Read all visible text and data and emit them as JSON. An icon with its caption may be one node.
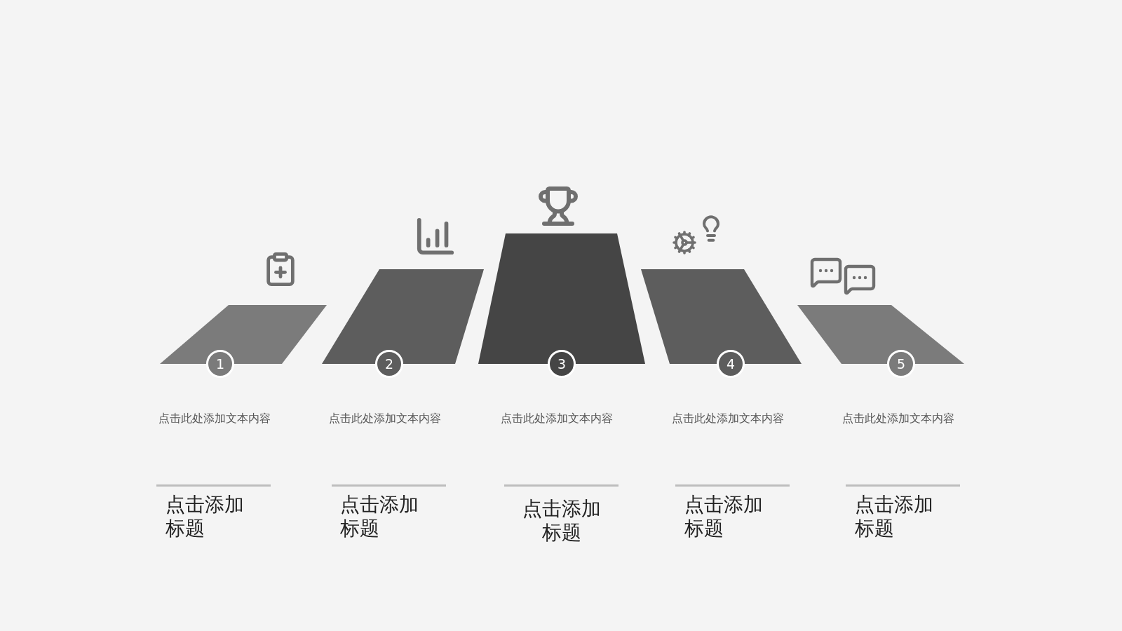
{
  "diagram": {
    "nodes": [
      {
        "text": [],
        "shape": "trapezoid"
      },
      {
        "text": [
          "1"
        ],
        "beside": [
          "点击此处添加文本内容",
          "点击添加标题"
        ]
      },
      {
        "text": [],
        "shape": "trapezoid"
      },
      {
        "text": [
          "2"
        ],
        "beside": [
          "点击此处添加文本内容",
          "点击添加标题"
        ]
      },
      {
        "text": [],
        "shape": "trapezoid"
      },
      {
        "text": [
          "3"
        ],
        "beside": [
          "点击此处添加文本内容",
          "点击添加标题"
        ]
      },
      {
        "text": [],
        "shape": "trapezoid"
      },
      {
        "text": [
          "4"
        ],
        "beside": [
          "点击此处添加文本内容",
          "点击添加标题"
        ]
      },
      {
        "text": [],
        "shape": "trapezoid"
      },
      {
        "text": [
          "5"
        ],
        "beside": [
          "点击此处添加文本内容",
          "点击添加标题"
        ]
      }
    ]
  }
}
